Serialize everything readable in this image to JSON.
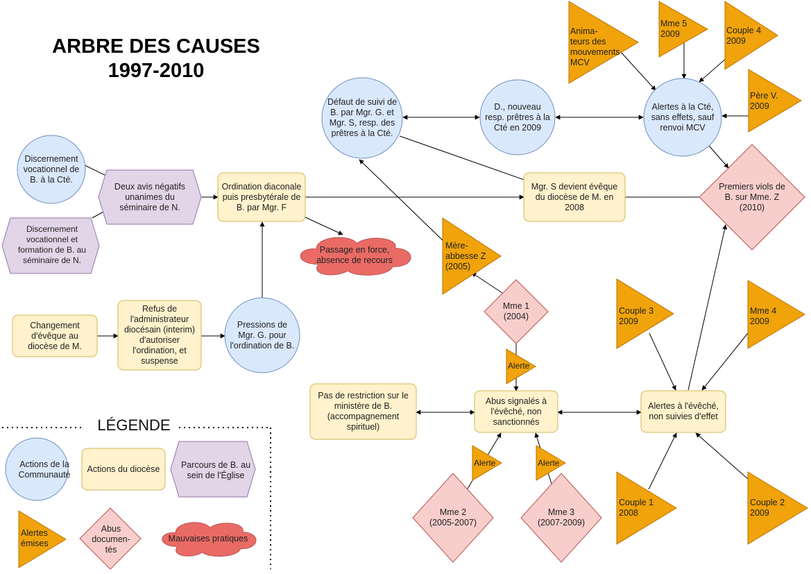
{
  "title_line1": "ARBRE DES CAUSES",
  "title_line2": "1997-2010",
  "colors": {
    "communaute": "#dae8fc",
    "communaute_stroke": "#6c8ebf",
    "diocese": "#fff2cc",
    "diocese_stroke": "#d6b656",
    "parcours": "#e1d5e7",
    "parcours_stroke": "#9673a6",
    "alerte": "#f0a30a",
    "alerte_stroke": "#bd7000",
    "abus": "#f8cecc",
    "abus_stroke": "#b85450",
    "pratiques": "#ea6b66",
    "pratiques_stroke": "#b85450"
  },
  "nodes": {
    "discernement_cte": "Discernement vocationnel de B. à la Cté.",
    "discernement_seminaire": "Discernement vocationnel et formation de B. au séminaire de N.",
    "deux_avis": "Deux avis négatifs unanimes du séminaire de N.",
    "ordination": "Ordination diaconale puis presbytérale de B. par Mgr. F",
    "passage_force": "Passage en force, absence de recours",
    "changement_eveque": "Changement d'évêque au diocèse de M.",
    "refus_admin": "Refus de l'administrateur diocésain (interim) d'autoriser l'ordination, et suspense",
    "pressions": "Pressions de Mgr. G. pour l'ordination de B.",
    "defaut_suivi": "Défaut de suivi de B. par Mgr. G. et Mgr. S, resp. des prêtres à la Cté.",
    "nouveau_resp": "D., nouveau resp. prêtres à la Cté en 2009",
    "alertes_cte": "Alertes à la Cté, sans effets, sauf renvoi MCV",
    "mgr_s": "Mgr. S devient évêque du diocèse de M. en 2008",
    "premiers_viols": "Premiers viols de B. sur Mme. Z (2010)",
    "animateurs": "Anima-\nteurs des\nmouvements\nMCV",
    "mme5": "Mme 5\n2009",
    "couple4": "Couple 4\n2009",
    "pere_v": "Père V.\n2009",
    "mere_abbesse": "Mère-\nabbesse Z\n(2005)",
    "mme1": "Mme 1\n(2004)",
    "alerte_1": "Alerte",
    "pas_restriction": "Pas de restriction sur le ministère de B. (accompagnement spirituel)",
    "abus_signales": "Abus signalés à l'évêché, non sanctionnés",
    "alertes_eveche": "Alertes à l'évêché, non suivies d'effet",
    "couple3": "Couple 3\n2009",
    "mme4": "Mme 4\n2009",
    "alerte_2": "Alerte",
    "alerte_3": "Alerte",
    "mme2": "Mme 2\n(2005-2007)",
    "mme3": "Mme 3\n(2007-2009)",
    "couple1": "Couple 1\n2008",
    "couple2": "Couple 2\n2009"
  },
  "legend": {
    "title": "LÉGENDE",
    "communaute": "Actions de la Communauté",
    "diocese": "Actions du diocèse",
    "parcours": "Parcours de B. au sein de l'Église",
    "alertes": "Alertes émises",
    "abus": "Abus documen-tés",
    "pratiques": "Mauvaises pratiques"
  }
}
